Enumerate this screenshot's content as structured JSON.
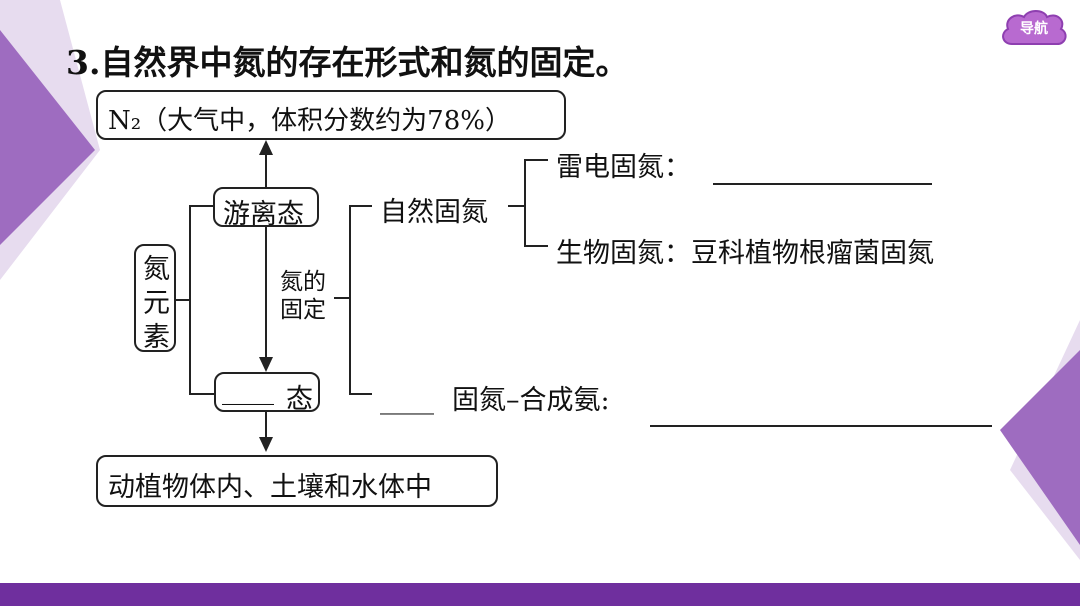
{
  "title": "3.自然界中氮的存在形式和氮的固定。",
  "nav_button": "导航",
  "colors": {
    "accent": "#7b3fa0",
    "bottom_bar": "#6f2f9e",
    "nav_cloud": "#b86ad0"
  },
  "diagram": {
    "n2_box": "N₂（大气中，体积分数约为78%）",
    "free_state": "游离态",
    "element": [
      "氮",
      "元",
      "素"
    ],
    "fixation": [
      "氮的",
      "固定"
    ],
    "combined_blank": "____",
    "combined_state": "态",
    "organisms_box": "动植物体内、土壤和水体中",
    "natural_fixation": "自然固氮",
    "lightning": "雷电固氮：",
    "biological": "生物固氮：豆科植物根瘤菌固氮",
    "synthetic_blank": "____",
    "synthetic": "固氮–合成氨:"
  }
}
